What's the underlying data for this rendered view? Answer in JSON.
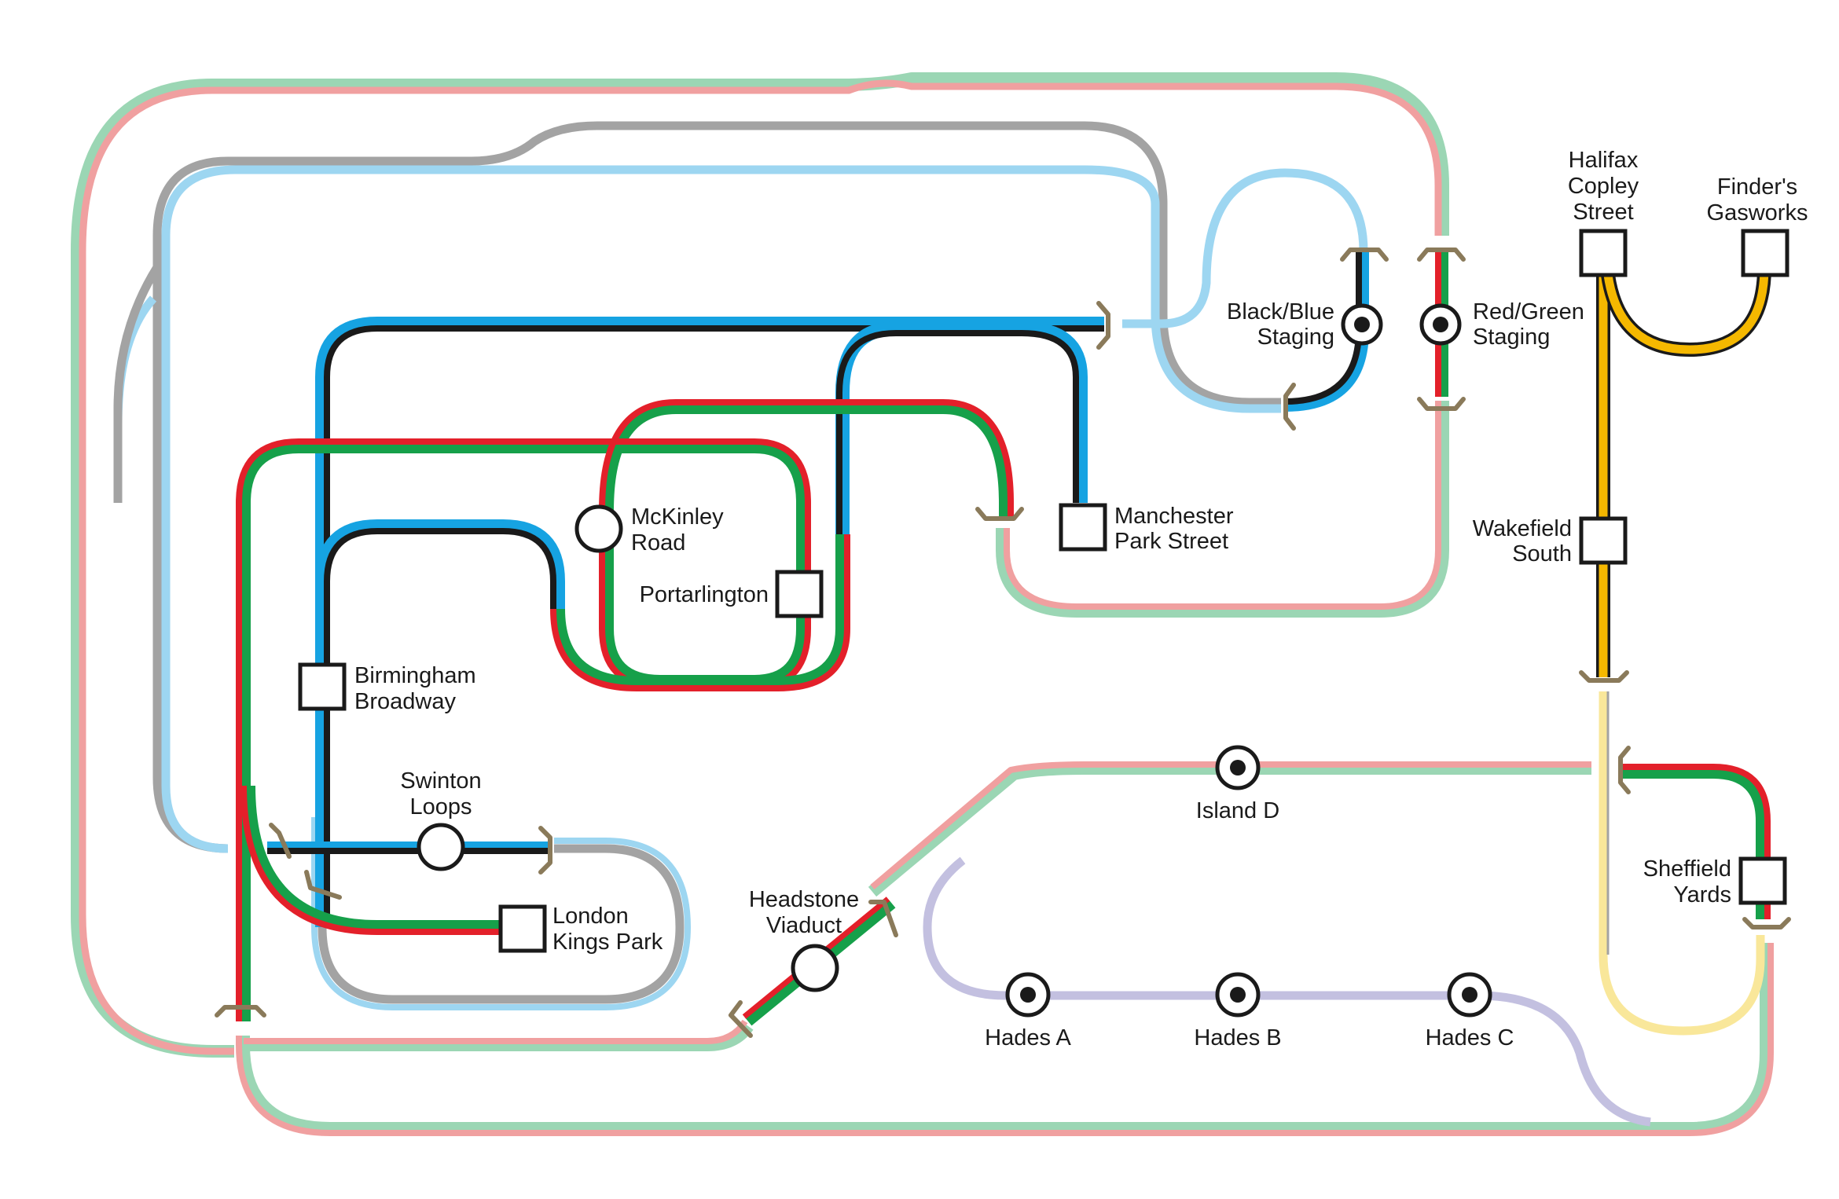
{
  "colors": {
    "red": "#e3202a",
    "green": "#16a04a",
    "black": "#1a1a1a",
    "blue": "#16a3e2",
    "grey": "#a3a3a3",
    "light_blue": "#9dd6f1",
    "pink": "#f0a0a0",
    "mint": "#9bd6b4",
    "yellow": "#f5b800",
    "light_yellow": "#f9e79a",
    "lavender": "#c3c0e0",
    "points": "#8a7a5a"
  },
  "stations": {
    "halifax": [
      "Halifax",
      "Copley",
      "Street"
    ],
    "finders": [
      "Finder's",
      "Gasworks"
    ],
    "black_blue": [
      "Black/Blue",
      "Staging"
    ],
    "red_green": [
      "Red/Green",
      "Staging"
    ],
    "wakefield": [
      "Wakefield",
      "South"
    ],
    "manchester": [
      "Manchester",
      "Park Street"
    ],
    "mckinley": [
      "McKinley",
      "Road"
    ],
    "portarlington": [
      "Portarlington"
    ],
    "birmingham": [
      "Birmingham",
      "Broadway"
    ],
    "swinton": [
      "Swinton",
      "Loops"
    ],
    "london": [
      "London",
      "Kings Park"
    ],
    "headstone": [
      "Headstone",
      "Viaduct"
    ],
    "island_d": [
      "Island D"
    ],
    "sheffield": [
      "Sheffield",
      "Yards"
    ],
    "hades_a": [
      "Hades A"
    ],
    "hades_b": [
      "Hades B"
    ],
    "hades_c": [
      "Hades C"
    ]
  }
}
